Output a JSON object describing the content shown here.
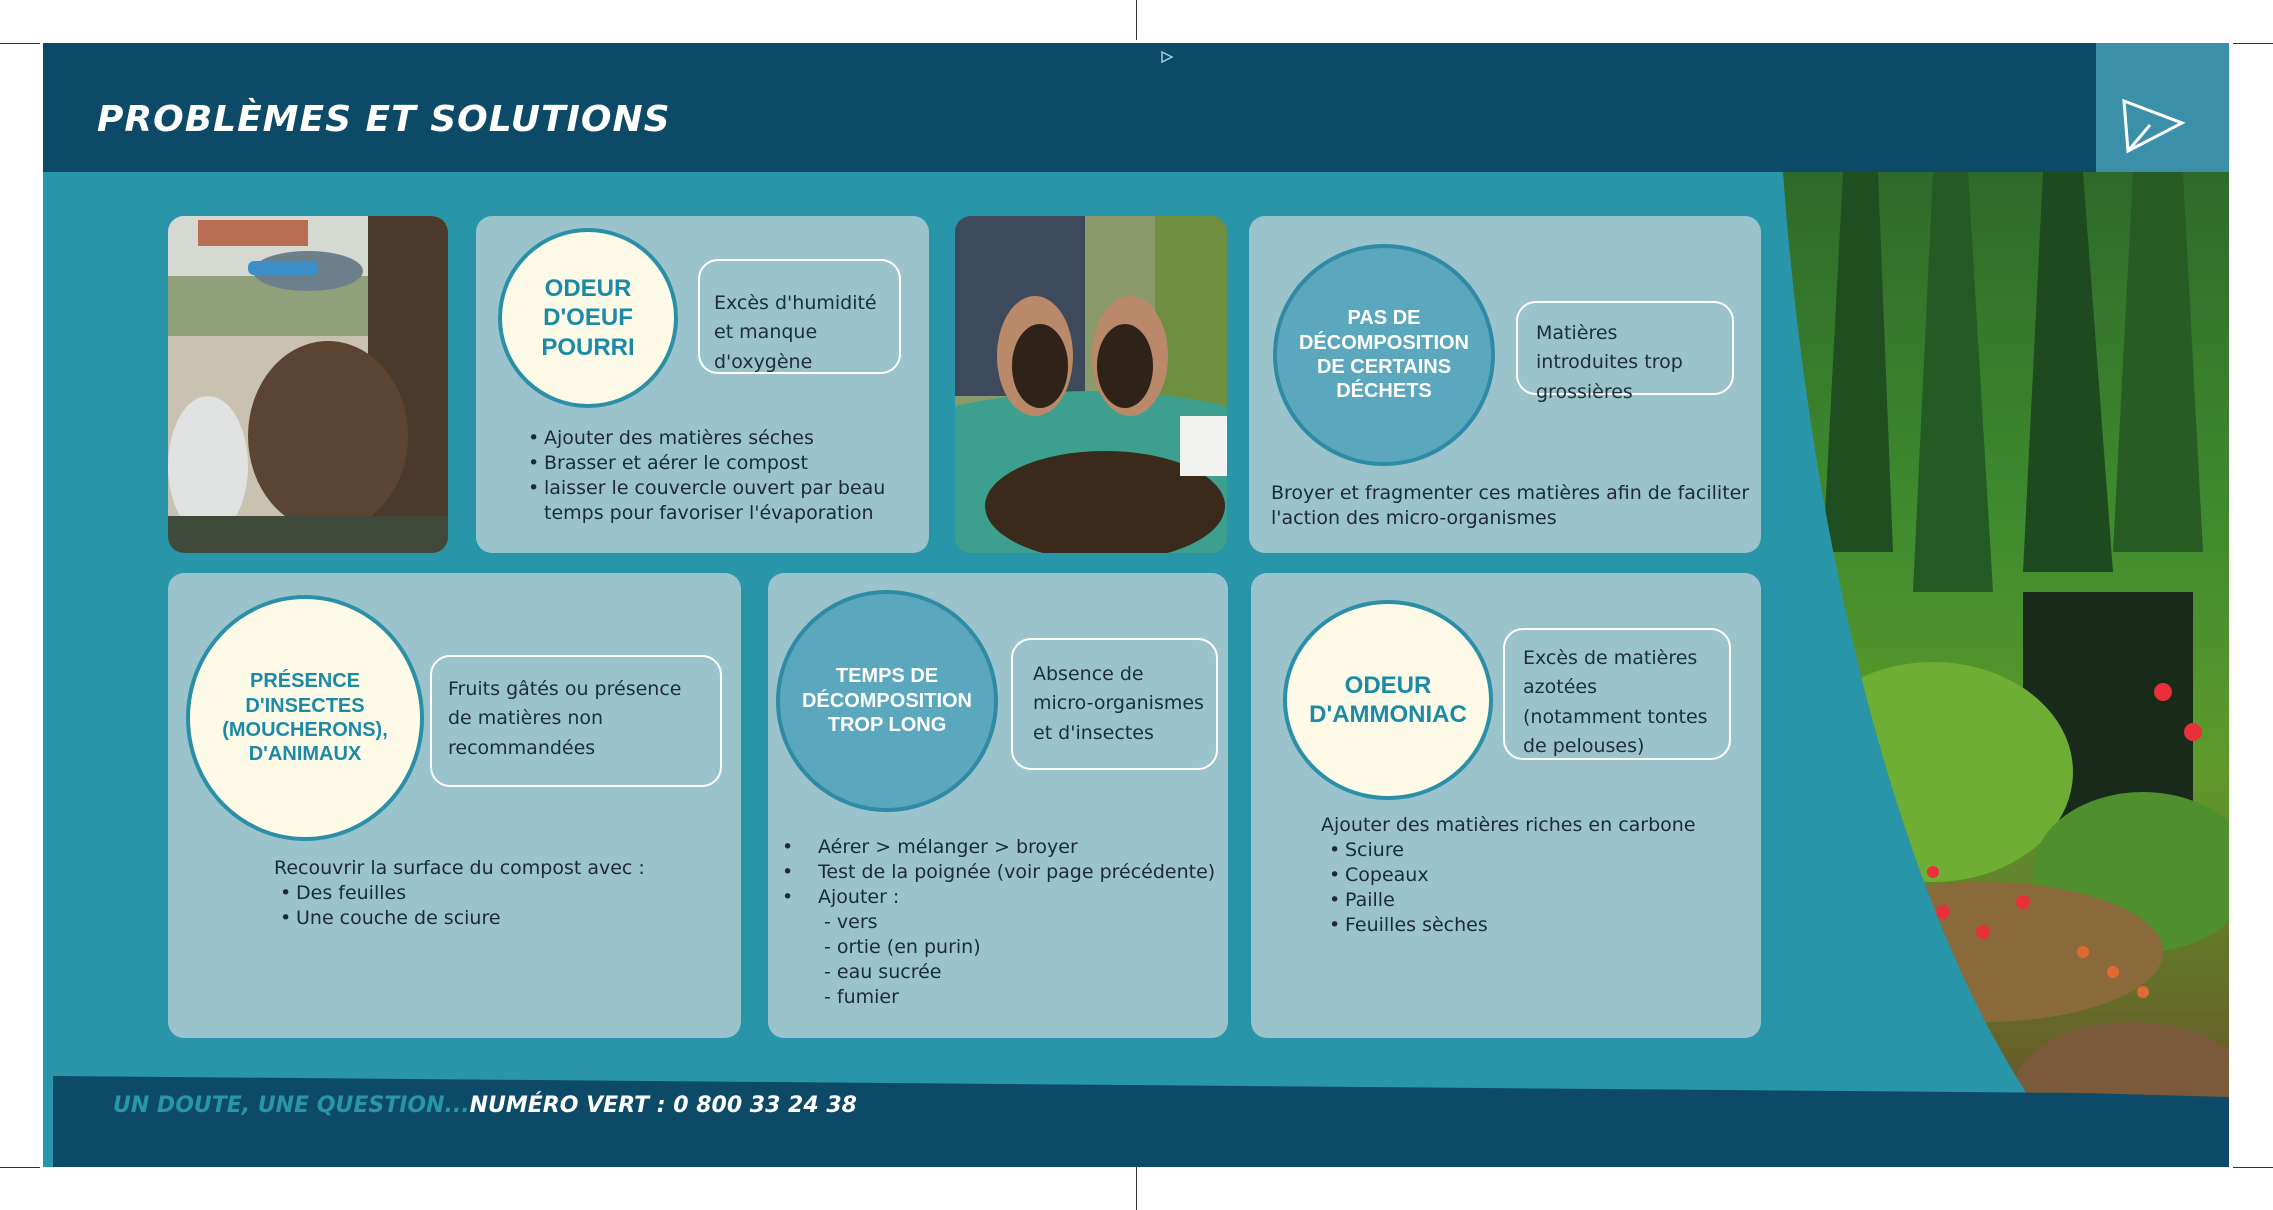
{
  "header": {
    "title": "PROBLÈMES ET SOLUTIONS"
  },
  "footer": {
    "question": "UN DOUTE, UNE QUESTION...",
    "numero": "NUMÉRO VERT : 0 800 33 24 38"
  },
  "cards": {
    "oeuf": {
      "problem": "ODEUR D'OEUF POURRI",
      "cause": "Excès d'humidité et manque d'oxygène",
      "solutions": [
        "Ajouter des matières séches",
        "Brasser et aérer le compost",
        "laisser le couvercle ouvert par beau temps pour favoriser l'évaporation"
      ]
    },
    "decomposition": {
      "problem": "PAS DE DÉCOMPOSITION DE CERTAINS DÉCHETS",
      "cause": "Matières introduites trop grossières",
      "solution": "Broyer et fragmenter ces matières afin de faciliter l'action des micro-organismes"
    },
    "insectes": {
      "problem": "PRÉSENCE D'INSECTES (MOUCHERONS), D'ANIMAUX",
      "cause": "Fruits gâtés ou présence de matières non recommandées",
      "intro": "Recouvrir la surface du compost avec :",
      "solutions": [
        "Des feuilles",
        "Une couche de sciure"
      ]
    },
    "temps": {
      "problem": "TEMPS DE DÉCOMPOSITION TROP LONG",
      "cause": "Absence de micro-organismes et d'insectes",
      "solutions": [
        "Aérer > mélanger > broyer",
        "Test de la poignée (voir page précédente)",
        "Ajouter :"
      ],
      "subitems": [
        "- vers",
        "- ortie (en purin)",
        "- eau sucrée",
        "- fumier"
      ]
    },
    "ammoniac": {
      "problem": "ODEUR D'AMMONIAC",
      "cause": "Excès de matières azotées (notamment tontes de pelouses)",
      "intro": "Ajouter des matières riches en carbone",
      "solutions": [
        "Sciure",
        "Copeaux",
        "Paille",
        "Feuilles sèches"
      ]
    }
  },
  "colors": {
    "header": "#0d4a67",
    "page": "#2895a9",
    "card": "#9bc3cb",
    "circle_light": "#fdfbe8",
    "circle_dark": "#5ba7bd"
  },
  "icons": [
    "play-triangle-icon"
  ]
}
